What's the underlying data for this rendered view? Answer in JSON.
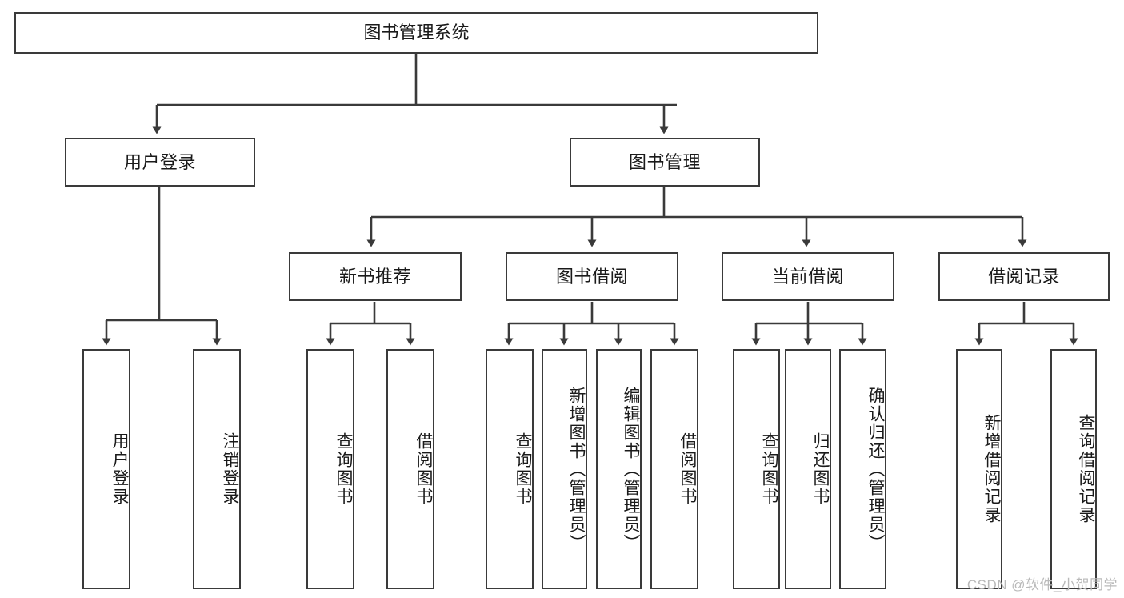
{
  "diagram": {
    "title": "图书管理系统",
    "type": "tree",
    "root": {
      "label": "图书管理系统"
    },
    "level2": [
      {
        "label": "用户登录"
      },
      {
        "label": "图书管理"
      }
    ],
    "level3": [
      {
        "label": "新书推荐"
      },
      {
        "label": "图书借阅"
      },
      {
        "label": "当前借阅"
      },
      {
        "label": "借阅记录"
      }
    ],
    "leaves": {
      "user_login": [
        {
          "label": "用户登录"
        },
        {
          "label": "注销登录"
        }
      ],
      "new_book": [
        {
          "label": "查询图书"
        },
        {
          "label": "借阅图书"
        }
      ],
      "book_borrow": [
        {
          "label": "查询图书"
        },
        {
          "label": "新增图书（管理员）"
        },
        {
          "label": "编辑图书（管理员）"
        },
        {
          "label": "借阅图书"
        }
      ],
      "current_borrow": [
        {
          "label": "查询图书"
        },
        {
          "label": "归还图书"
        },
        {
          "label": "确认归还（管理员）"
        }
      ],
      "borrow_record": [
        {
          "label": "新增借阅记录"
        },
        {
          "label": "查询借阅记录"
        }
      ]
    }
  },
  "watermark": {
    "text": "CSDN @软件_小贺同学"
  },
  "colors": {
    "stroke": "#3a3a3a",
    "background": "#ffffff",
    "text": "#1a1a1a",
    "watermark": "#b9b9b9"
  }
}
